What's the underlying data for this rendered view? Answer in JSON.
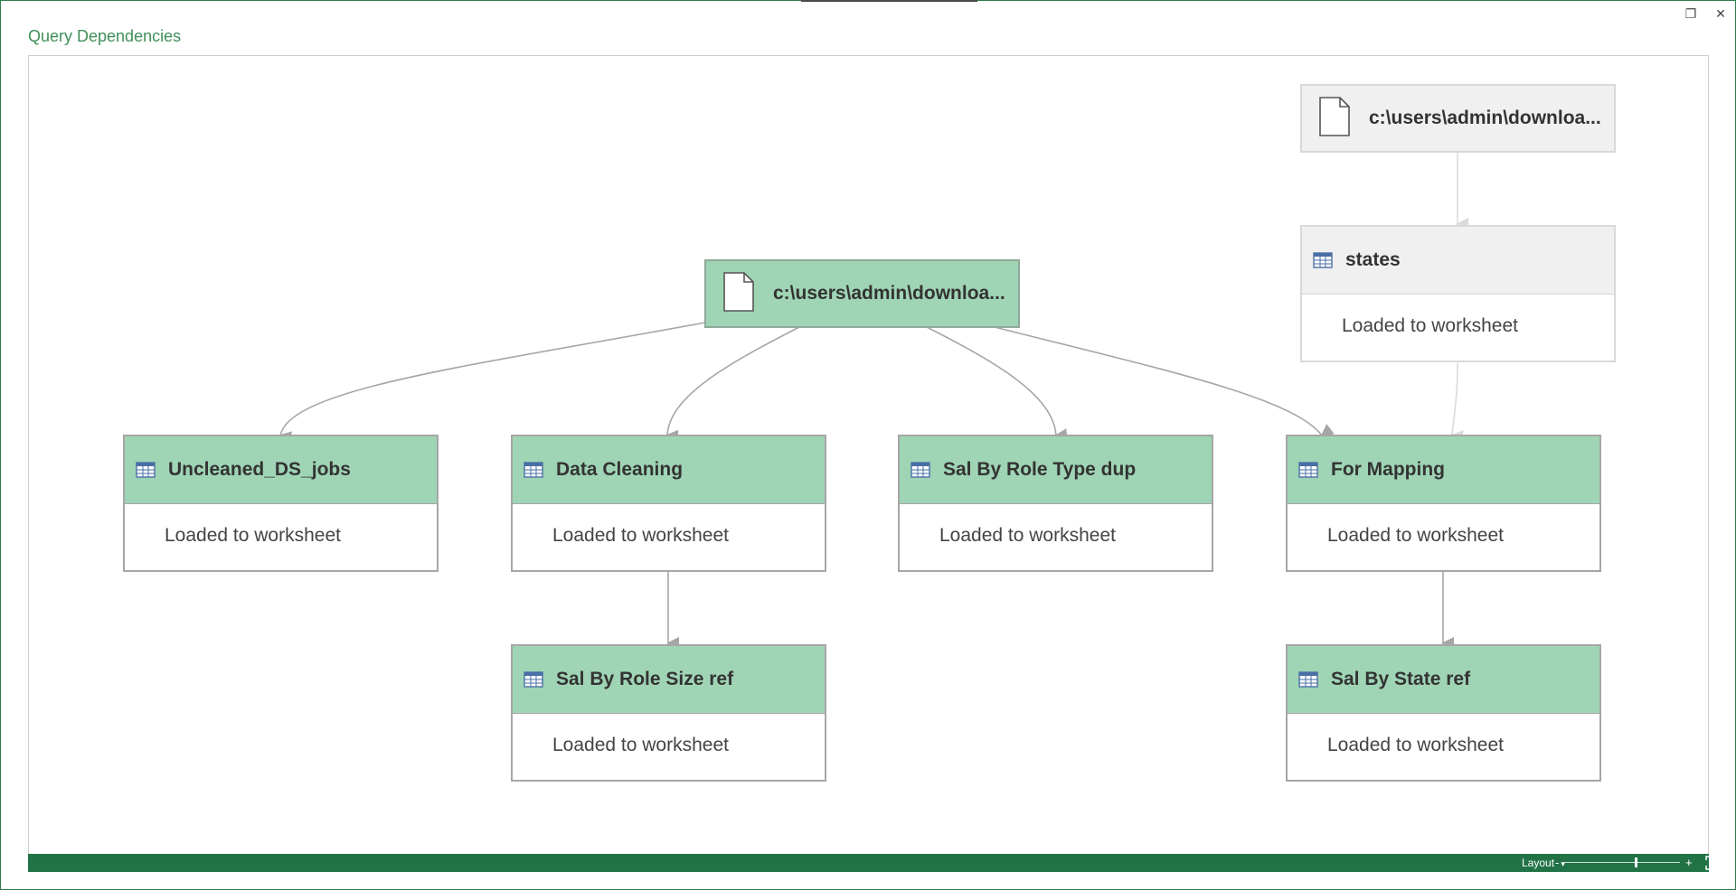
{
  "window": {
    "title": "Query Dependencies",
    "restore_glyph": "❐",
    "close_glyph": "✕"
  },
  "sources": [
    {
      "label": "c:\\users\\admin\\downloa...",
      "icon": "file-icon",
      "status": "active"
    },
    {
      "label": "c:\\users\\admin\\downloa...",
      "icon": "file-icon",
      "status": "inactive"
    }
  ],
  "queries": [
    {
      "title": "Uncleaned_DS_jobs",
      "status": "Loaded to worksheet"
    },
    {
      "title": "Data Cleaning",
      "status": "Loaded to worksheet"
    },
    {
      "title": "Sal By Role Type dup",
      "status": "Loaded to worksheet"
    },
    {
      "title": "For Mapping",
      "status": "Loaded to worksheet"
    },
    {
      "title": "Sal By Role Size ref",
      "status": "Loaded to worksheet"
    },
    {
      "title": "Sal By State ref",
      "status": "Loaded to worksheet"
    },
    {
      "title": "states",
      "status": "Loaded to worksheet"
    }
  ],
  "statusbar": {
    "layout_label": "Layout",
    "layout_caret": "▾",
    "zoom_minus": "-",
    "zoom_plus": "+",
    "zoom_level": 0.62
  },
  "colors": {
    "active_node": "#9fd5b5",
    "inactive_node": "#f0f0f0",
    "statusbar": "#217346",
    "title": "#3f8f5a"
  }
}
